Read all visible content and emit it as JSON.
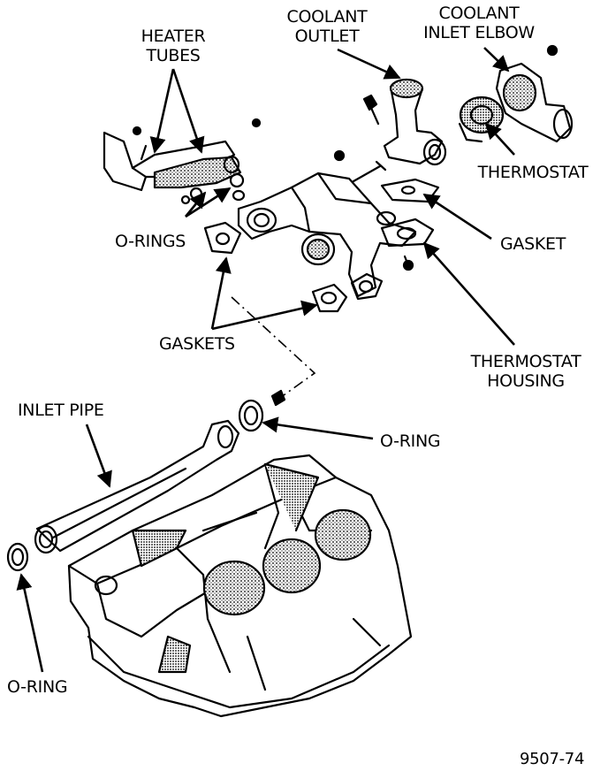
{
  "labels": {
    "heater_tubes": [
      "HEATER",
      "TUBES"
    ],
    "coolant_outlet": [
      "COOLANT",
      "OUTLET"
    ],
    "coolant_inlet_elbow": [
      "COOLANT",
      "INLET ELBOW"
    ],
    "thermostat": "THERMOSTAT",
    "o_rings": "O-RINGS",
    "gasket": "GASKET",
    "gaskets": "GASKETS",
    "thermostat_housing": [
      "THERMOSTAT",
      "HOUSING"
    ],
    "inlet_pipe": "INLET PIPE",
    "o_ring_right": "O-RING",
    "o_ring_bottom": "O-RING"
  },
  "figure_number": "9507-74"
}
